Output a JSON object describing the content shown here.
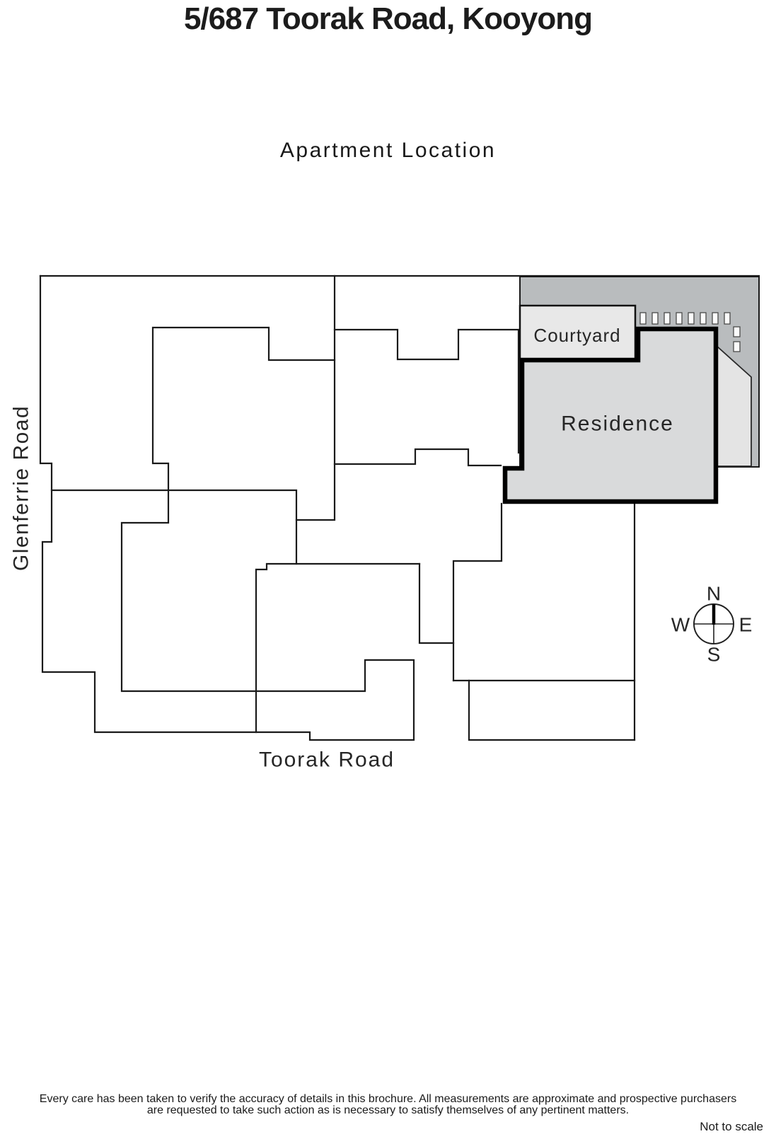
{
  "page": {
    "title": "5/687 Toorak Road, Kooyong",
    "subtitle": "Apartment Location"
  },
  "plan": {
    "labels": {
      "courtyard": "Courtyard",
      "residence": "Residence",
      "left_road": "Glenferrie Road",
      "bottom_road": "Toorak Road"
    },
    "compass": {
      "north": "N",
      "south": "S",
      "east": "E",
      "west": "W"
    },
    "hatch_marks_count": 10
  },
  "colors": {
    "block": "#b9bcbe",
    "residence_fill": "#d9dadb",
    "courtyard_fill": "#e8e8e8",
    "diagonal_fill": "#e4e4e4",
    "line": "#1a1a1a"
  },
  "footer": {
    "disclaimer_line1": "Every care has been taken to verify the accuracy of details in this brochure.  All measurements are approximate and prospective purchasers",
    "disclaimer_line2": "are requested to take such action as is necessary to satisfy themselves of any pertinent matters.",
    "scale_note": "Not to scale"
  }
}
